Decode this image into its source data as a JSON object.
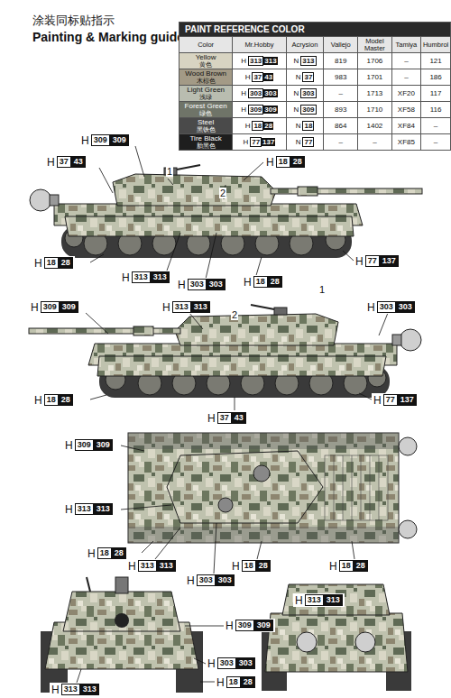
{
  "diagram": {
    "title": "涂装同标贴指示",
    "labels": [
      "Painting & Marking guide",
      "PAINT REFERENCE COLOR",
      "Color",
      "Mr.Hobby",
      "Acrysion",
      "Vallejo",
      "Model Master",
      "Tamiya",
      "Humbrol",
      "Yellow",
      "黄色",
      "H",
      "313",
      "313",
      "N",
      "313",
      "819",
      "1706",
      "–",
      "121",
      "Wood Brown",
      "木棕色",
      "H",
      "37",
      "43",
      "N",
      "37",
      "983",
      "1701",
      "–",
      "186",
      "Light Green",
      "浅绿",
      "H",
      "303",
      "303",
      "N",
      "303",
      "–",
      "1713",
      "XF20",
      "117",
      "Forest Green",
      "绿色",
      "H",
      "309",
      "309",
      "N",
      "309",
      "893",
      "1710",
      "XF58",
      "116",
      "Steel",
      "黑铁色",
      "H",
      "18",
      "28",
      "N",
      "18",
      "864",
      "1402",
      "XF84",
      "–",
      "Tire Black",
      "胎黑色",
      "H",
      "77",
      "137",
      "N",
      "77",
      "–",
      "–",
      "XF85",
      "–",
      "H",
      "309",
      "309",
      "H",
      "37",
      "43",
      "1",
      "2",
      "H",
      "18",
      "28",
      "H",
      "18",
      "28",
      "H",
      "77",
      "137",
      "H",
      "313",
      "313",
      "H",
      "303",
      "303",
      "H",
      "18",
      "28",
      "H",
      "309",
      "309",
      "H",
      "313",
      "313",
      "2",
      "1",
      "H",
      "303",
      "303",
      "H",
      "18",
      "28",
      "H",
      "77",
      "137",
      "H",
      "37",
      "43",
      "H",
      "309",
      "309",
      "H",
      "313",
      "313",
      "H",
      "18",
      "28",
      "H",
      "313",
      "313",
      "H",
      "303",
      "303",
      "H",
      "18",
      "28",
      "H",
      "18",
      "28",
      "H",
      "313",
      "313",
      "H",
      "309",
      "309",
      "H",
      "303",
      "303",
      "H",
      "18",
      "28",
      "H",
      "313",
      "313"
    ]
  }
}
